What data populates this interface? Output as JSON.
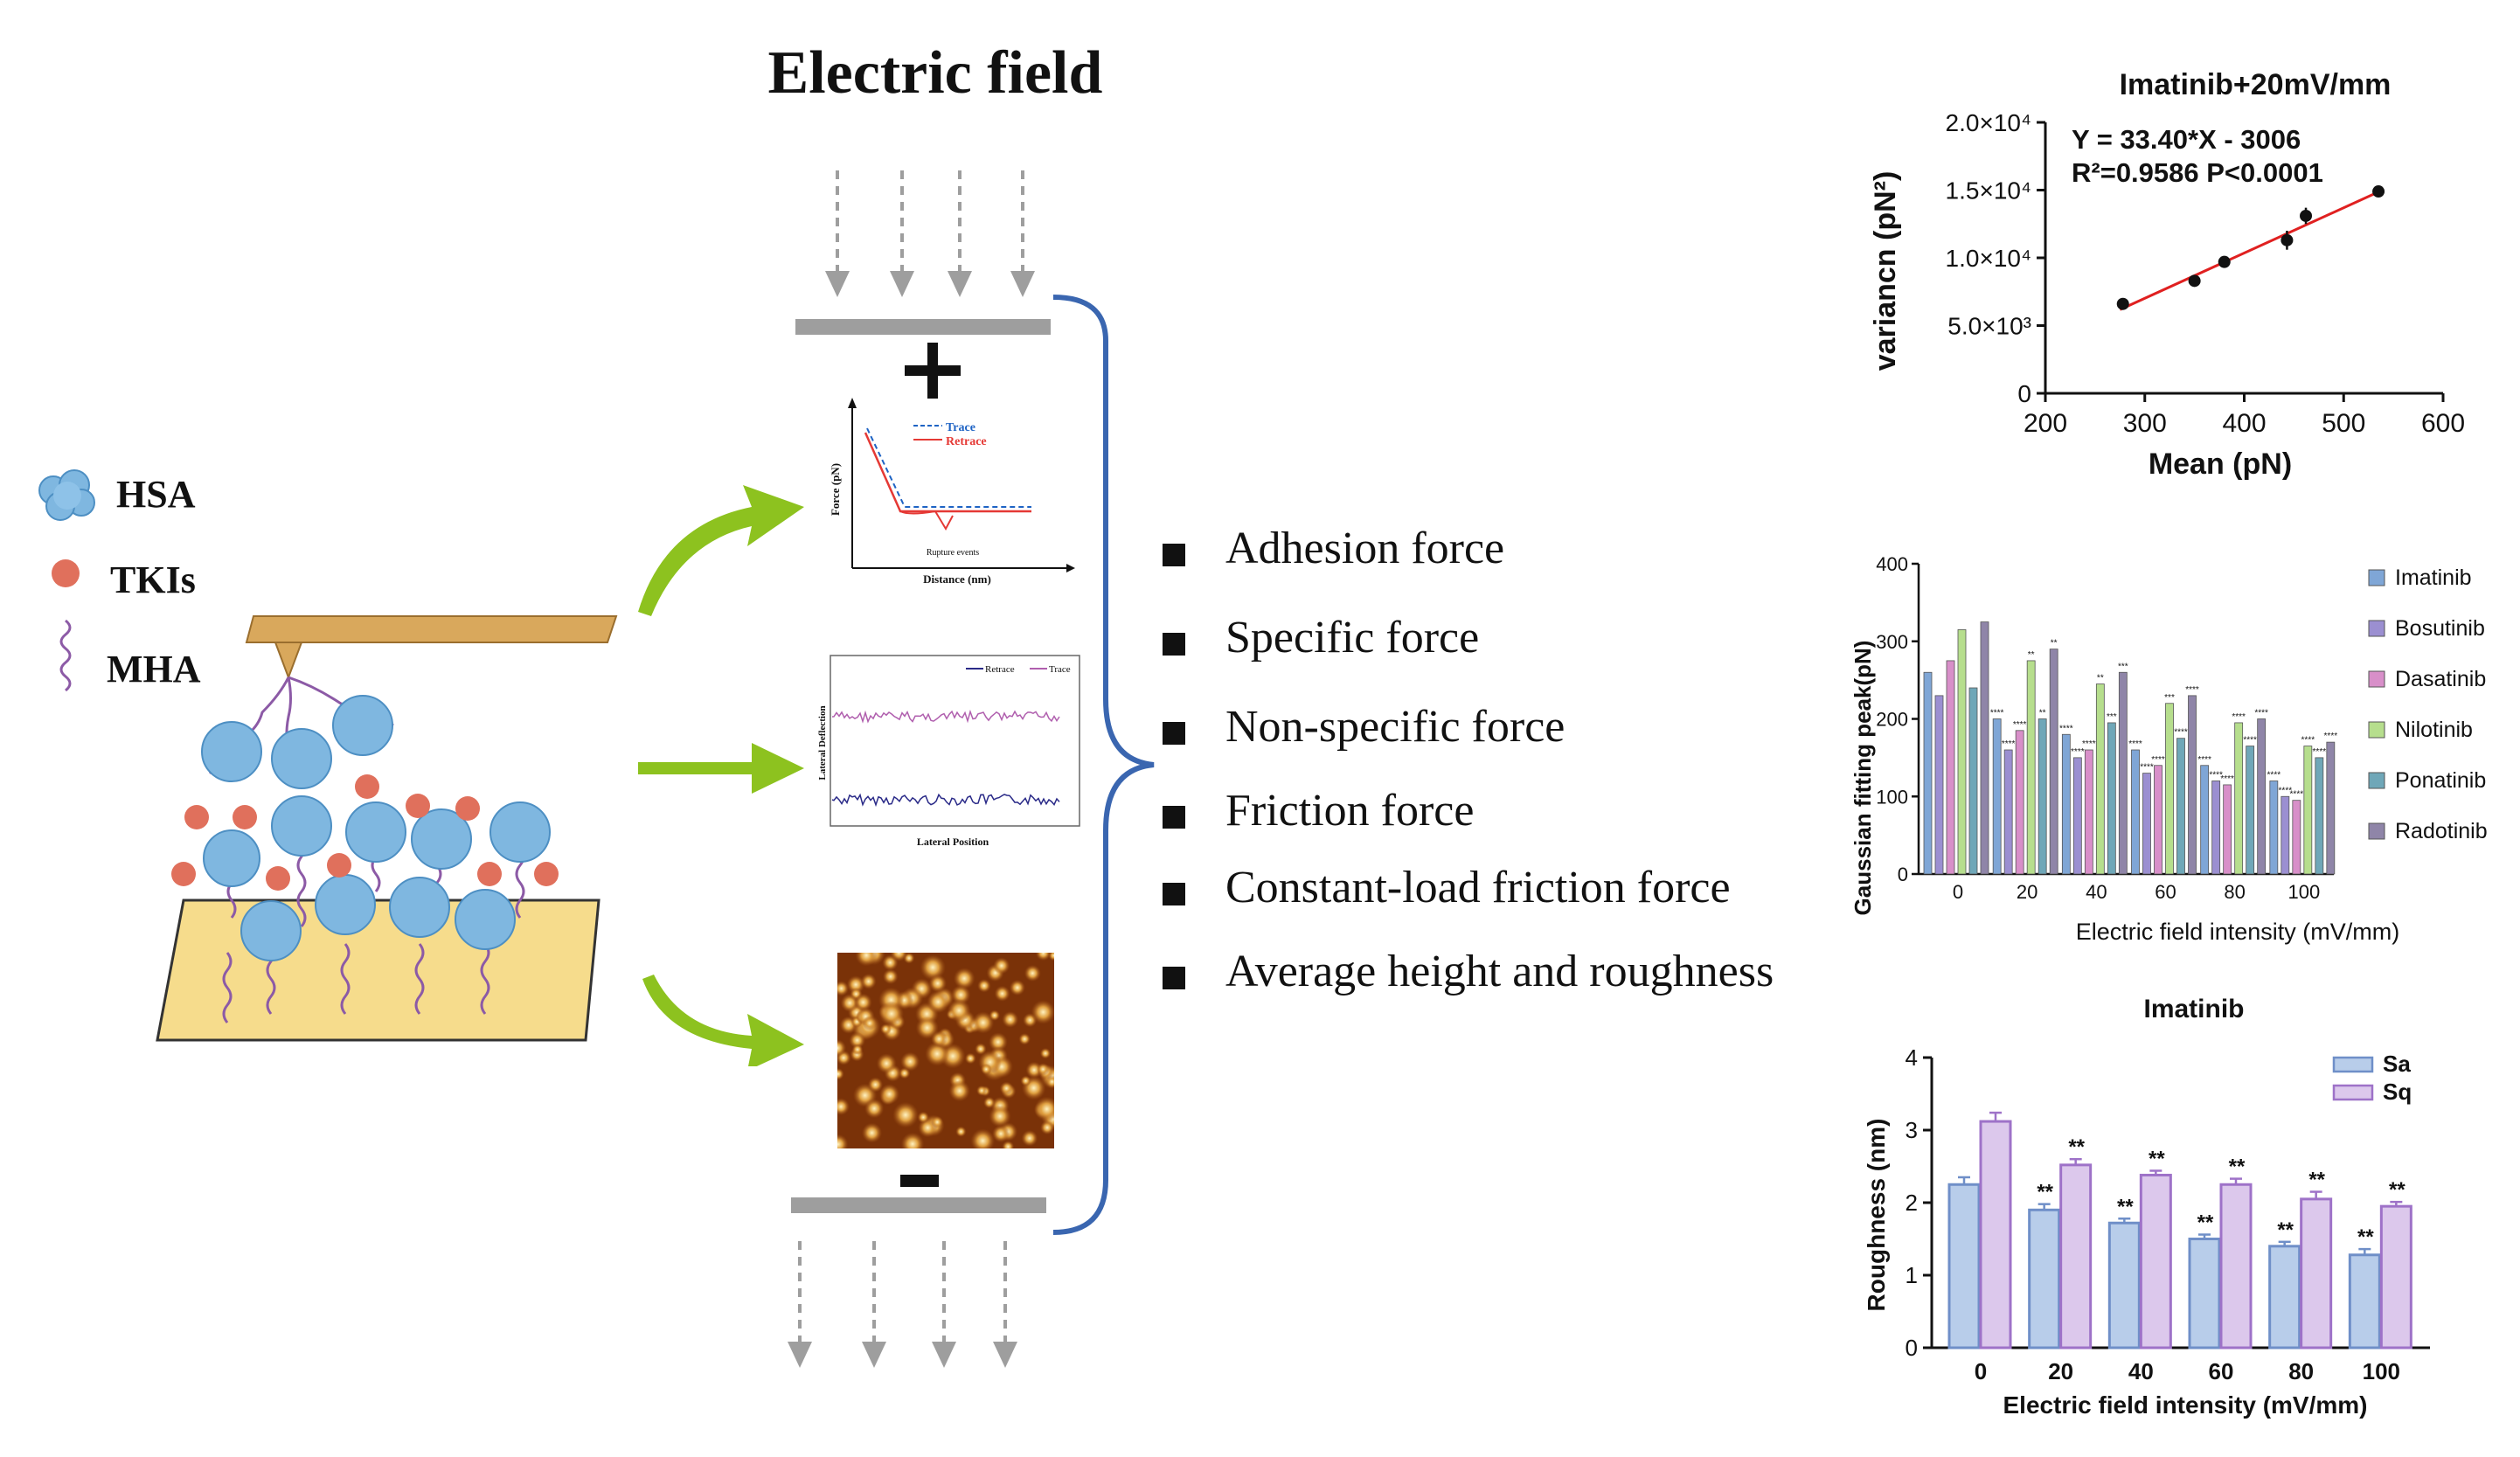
{
  "title": "Electric field",
  "legend": {
    "hsa": "HSA",
    "tkis": "TKIs",
    "mha": "MHA"
  },
  "plates": {
    "top_sign": "+",
    "bottom_sign": "−"
  },
  "force_curve_panel": {
    "y_label": "Force (pN)",
    "x_label": "Distance (nm)",
    "legend_trace": "Trace",
    "legend_retrace": "Retrace",
    "annotation": "Rupture events"
  },
  "friction_panel": {
    "y_label": "Lateral Deflection",
    "x_label": "Lateral Position",
    "legend_retrace": "Retrace",
    "legend_trace": "Trace"
  },
  "measurements": [
    "Adhesion force",
    "Specific force",
    "Non-specific  force",
    "Friction  force",
    "Constant-load friction  force",
    "Average height and roughness"
  ],
  "colors": {
    "arrow_green": "#8dc21f",
    "bracket_blue": "#3a66b0",
    "plate_gray": "#9e9e9e",
    "hsa_blue": "#7fb7e0",
    "tki_red": "#e0705c",
    "gold": "#f6dc8c"
  },
  "chart_data": [
    {
      "type": "scatter",
      "title": "Imatinib+20mV/mm",
      "xlabel": "Mean (pN)",
      "ylabel": "variancn (pN²)",
      "annotation": [
        "Y = 33.40*X - 3006",
        "R²=0.9586 P<0.0001"
      ],
      "xlim": [
        200,
        600
      ],
      "ylim": [
        0,
        20000
      ],
      "x_ticks": [
        "200",
        "300",
        "400",
        "500",
        "600"
      ],
      "y_ticks": [
        "0",
        "5.0×10³",
        "1.0×10⁴",
        "1.5×10⁴",
        "2.0×10⁴"
      ],
      "points": [
        {
          "x": 278,
          "y": 6600,
          "err": 300
        },
        {
          "x": 350,
          "y": 8300,
          "err": 400
        },
        {
          "x": 380,
          "y": 9700,
          "err": 400
        },
        {
          "x": 443,
          "y": 11300,
          "err": 700
        },
        {
          "x": 462,
          "y": 13100,
          "err": 600
        },
        {
          "x": 535,
          "y": 14900,
          "err": 400
        }
      ],
      "fit_line": {
        "slope": 33.4,
        "intercept": -3006,
        "x_range": [
          275,
          540
        ]
      }
    },
    {
      "type": "bar",
      "title": "",
      "xlabel": "Electric field intensity (mV/mm)",
      "ylabel": "Gaussian fitting peak(pN)",
      "categories": [
        "0",
        "20",
        "40",
        "60",
        "80",
        "100"
      ],
      "ylim": [
        0,
        400
      ],
      "y_ticks": [
        "0",
        "100",
        "200",
        "300",
        "400"
      ],
      "legend_position": "right",
      "series": [
        {
          "name": "Imatinib",
          "color": "#7fa6d6",
          "values": [
            260,
            200,
            180,
            160,
            140,
            120
          ],
          "marks": [
            "",
            "****",
            "****",
            "****",
            "****",
            "****"
          ]
        },
        {
          "name": "Bosutinib",
          "color": "#9b8fd1",
          "values": [
            230,
            160,
            150,
            130,
            120,
            100
          ],
          "marks": [
            "",
            "****",
            "****",
            "****",
            "****",
            "****"
          ]
        },
        {
          "name": "Dasatinib",
          "color": "#d88fc9",
          "values": [
            275,
            185,
            160,
            140,
            115,
            95
          ],
          "marks": [
            "",
            "****",
            "****",
            "****",
            "****",
            "****"
          ]
        },
        {
          "name": "Nilotinib",
          "color": "#b6de8d",
          "values": [
            315,
            275,
            245,
            220,
            195,
            165
          ],
          "marks": [
            "",
            "**",
            "**",
            "***",
            "****",
            "****"
          ]
        },
        {
          "name": "Ponatinib",
          "color": "#6fa7b8",
          "values": [
            240,
            200,
            195,
            175,
            165,
            150
          ],
          "marks": [
            "",
            "**",
            "***",
            "****",
            "****",
            "****"
          ]
        },
        {
          "name": "Radotinib",
          "color": "#8f85a8",
          "values": [
            325,
            290,
            260,
            230,
            200,
            170
          ],
          "marks": [
            "",
            "**",
            "***",
            "****",
            "****",
            "****"
          ]
        }
      ]
    },
    {
      "type": "bar",
      "title": "Imatinib",
      "xlabel": "Electric field intensity (mV/mm)",
      "ylabel": "Roughness (nm)",
      "categories": [
        "0",
        "20",
        "40",
        "60",
        "80",
        "100"
      ],
      "ylim": [
        0,
        4
      ],
      "y_ticks": [
        "0",
        "1",
        "2",
        "3",
        "4"
      ],
      "legend_position": "top-right",
      "series": [
        {
          "name": "Sa",
          "color": "#b8cdea",
          "edge": "#6f8fc8",
          "values": [
            2.25,
            1.9,
            1.72,
            1.5,
            1.4,
            1.28
          ],
          "err": [
            0.1,
            0.08,
            0.06,
            0.06,
            0.06,
            0.08
          ],
          "marks": [
            "",
            "**",
            "**",
            "**",
            "**",
            "**"
          ]
        },
        {
          "name": "Sq",
          "color": "#dcc8ec",
          "edge": "#9e72c8",
          "values": [
            3.12,
            2.52,
            2.38,
            2.25,
            2.05,
            1.95
          ],
          "err": [
            0.12,
            0.08,
            0.06,
            0.08,
            0.1,
            0.06
          ],
          "marks": [
            "",
            "**",
            "**",
            "**",
            "**",
            "**"
          ]
        }
      ]
    }
  ]
}
